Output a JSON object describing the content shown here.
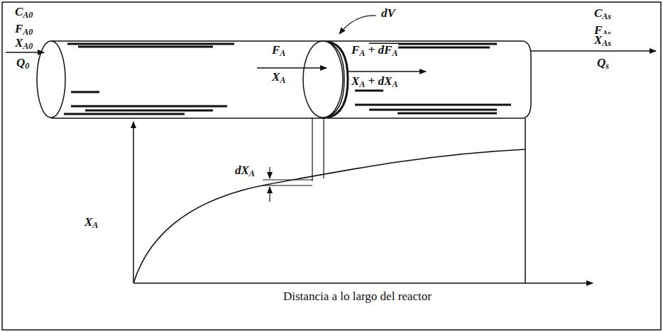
{
  "diagram": {
    "labels": [
      "CA0",
      "FA0",
      "XA0",
      "Q0",
      "dV",
      "FA",
      "XA",
      "FA + dFA",
      "XA + dXA",
      "CAs",
      "FAs",
      "XAs",
      "Qs",
      "dXA",
      "XA",
      "Distancia a lo largo del reactor"
    ]
  }
}
